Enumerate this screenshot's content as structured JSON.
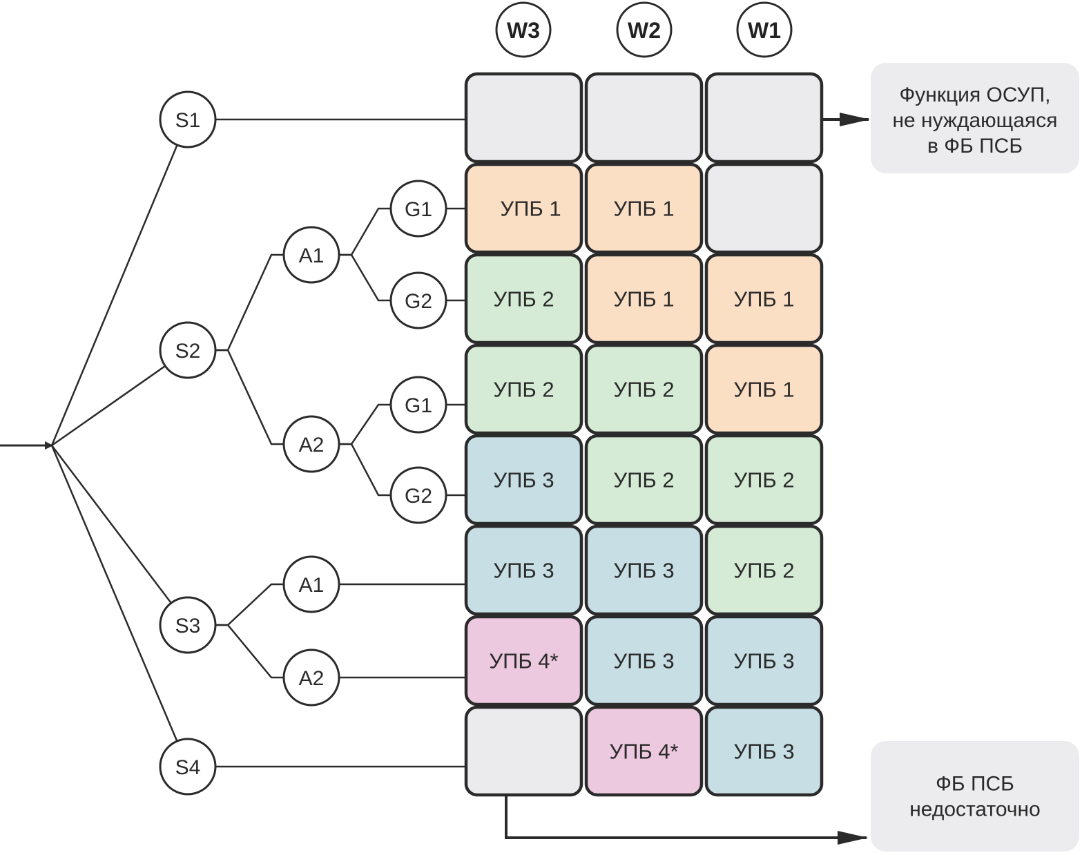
{
  "columns": [
    {
      "id": "W3",
      "label": "W3"
    },
    {
      "id": "W2",
      "label": "W2"
    },
    {
      "id": "W1",
      "label": "W1"
    }
  ],
  "colors": {
    "empty": "#ebebee",
    "upb1": "#fbdfc5",
    "upb2": "#d5ebd5",
    "upb3": "#c6dee4",
    "upb4": "#ecc9de",
    "stroke": "#2b2b2b",
    "note_bg": "#ececee"
  },
  "grid": [
    [
      {
        "label": "",
        "kind": "empty"
      },
      {
        "label": "",
        "kind": "empty"
      },
      {
        "label": "",
        "kind": "empty"
      }
    ],
    [
      {
        "label": "УПБ 1",
        "kind": "upb1"
      },
      {
        "label": "УПБ 1",
        "kind": "upb1"
      },
      {
        "label": "",
        "kind": "empty"
      }
    ],
    [
      {
        "label": "УПБ 2",
        "kind": "upb2"
      },
      {
        "label": "УПБ 1",
        "kind": "upb1"
      },
      {
        "label": "УПБ 1",
        "kind": "upb1"
      }
    ],
    [
      {
        "label": "УПБ 2",
        "kind": "upb2"
      },
      {
        "label": "УПБ 2",
        "kind": "upb2"
      },
      {
        "label": "УПБ 1",
        "kind": "upb1"
      }
    ],
    [
      {
        "label": "УПБ 3",
        "kind": "upb3"
      },
      {
        "label": "УПБ 2",
        "kind": "upb2"
      },
      {
        "label": "УПБ 2",
        "kind": "upb2"
      }
    ],
    [
      {
        "label": "УПБ 3",
        "kind": "upb3"
      },
      {
        "label": "УПБ 3",
        "kind": "upb3"
      },
      {
        "label": "УПБ 2",
        "kind": "upb2"
      }
    ],
    [
      {
        "label": "УПБ 4*",
        "kind": "upb4"
      },
      {
        "label": "УПБ 3",
        "kind": "upb3"
      },
      {
        "label": "УПБ 3",
        "kind": "upb3"
      }
    ],
    [
      {
        "label": "",
        "kind": "empty"
      },
      {
        "label": "УПБ 4*",
        "kind": "upb4"
      },
      {
        "label": "УПБ 3",
        "kind": "upb3"
      }
    ]
  ],
  "tree": {
    "nodes": [
      {
        "id": "S1",
        "label": "S1"
      },
      {
        "id": "S2",
        "label": "S2"
      },
      {
        "id": "S2A1",
        "label": "A1"
      },
      {
        "id": "S2A1G1",
        "label": "G1"
      },
      {
        "id": "S2A1G2",
        "label": "G2"
      },
      {
        "id": "S2A2",
        "label": "A2"
      },
      {
        "id": "S2A2G1",
        "label": "G1"
      },
      {
        "id": "S2A2G2",
        "label": "G2"
      },
      {
        "id": "S3",
        "label": "S3"
      },
      {
        "id": "S3A1",
        "label": "A1"
      },
      {
        "id": "S3A2",
        "label": "A2"
      },
      {
        "id": "S4",
        "label": "S4"
      }
    ],
    "edges": [
      [
        "root",
        "S1"
      ],
      [
        "root",
        "S2"
      ],
      [
        "root",
        "S3"
      ],
      [
        "root",
        "S4"
      ],
      [
        "S2",
        "S2A1"
      ],
      [
        "S2",
        "S2A2"
      ],
      [
        "S2A1",
        "S2A1G1"
      ],
      [
        "S2A1",
        "S2A1G2"
      ],
      [
        "S2A2",
        "S2A2G1"
      ],
      [
        "S2A2",
        "S2A2G2"
      ],
      [
        "S3",
        "S3A1"
      ],
      [
        "S3",
        "S3A2"
      ]
    ],
    "leaf_rows": {
      "S1": 0,
      "S2A1G1": 1,
      "S2A1G2": 2,
      "S2A2G1": 3,
      "S2A2G2": 4,
      "S3A1": 5,
      "S3A2": 6,
      "S4": 7
    }
  },
  "notes": {
    "top": {
      "lines": [
        "Функция ОСУП,",
        "не нуждающаяся",
        "в ФБ ПСБ"
      ]
    },
    "bottom": {
      "lines": [
        "ФБ ПСБ",
        "недостаточно"
      ]
    }
  }
}
